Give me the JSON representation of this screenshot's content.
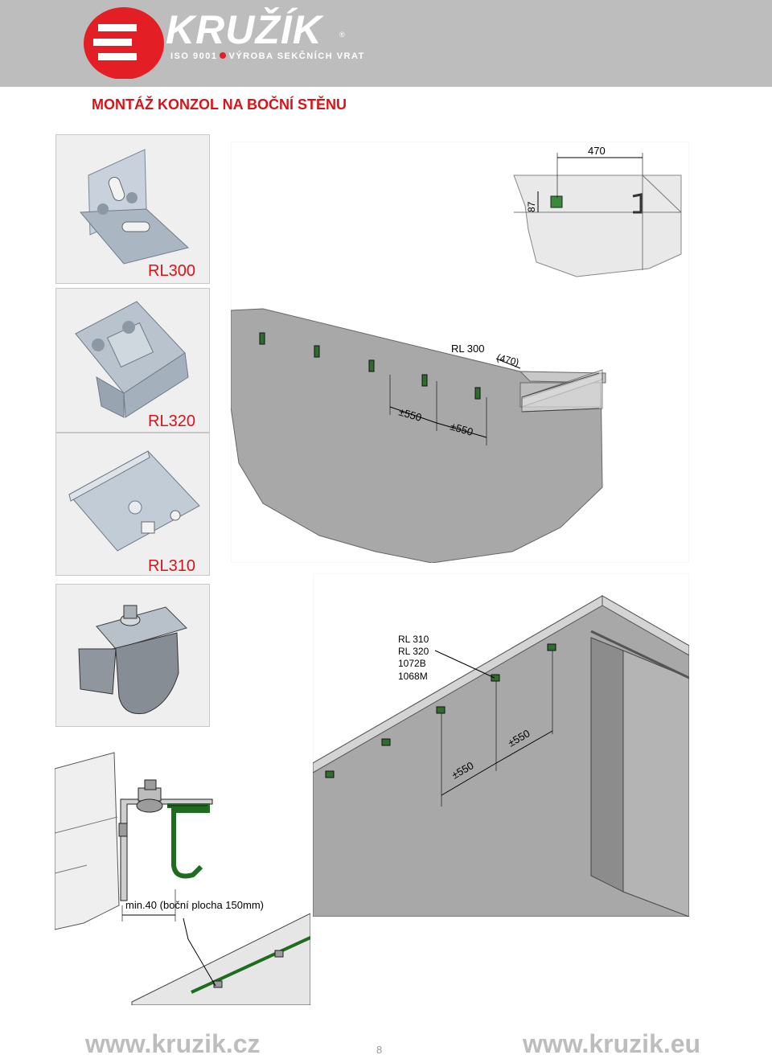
{
  "header": {
    "brand": "KRUŽÍK",
    "iso": "ISO 9001",
    "tagline": "VÝROBA SEKČNÍCH VRAT",
    "registered": "®"
  },
  "title": "MONTÁŽ KONZOL NA BOČNÍ STĚNU",
  "products": [
    {
      "label": "RL300"
    },
    {
      "label": "RL320"
    },
    {
      "label": "RL310"
    }
  ],
  "diagram_top": {
    "dim_470": "470",
    "dim_87": "87",
    "rl300": "RL 300",
    "dim_470_paren": "(470)",
    "spacing_1": "±550",
    "spacing_2": "±550"
  },
  "diagram_mid": {
    "labels": [
      "RL 310",
      "RL 320",
      "1072B",
      "1068M"
    ],
    "spacing_1": "±550",
    "spacing_2": "±550"
  },
  "detail": {
    "min_label": "min.40 (boční plocha 150mm)"
  },
  "footer": {
    "left_url": "www.kruzik.cz",
    "right_url": "www.kruzik.eu",
    "page": "8"
  },
  "colors": {
    "brand_red": "#d7141a",
    "header_grey": "#bdbdbd",
    "wall_grey": "#a8a8a8"
  }
}
